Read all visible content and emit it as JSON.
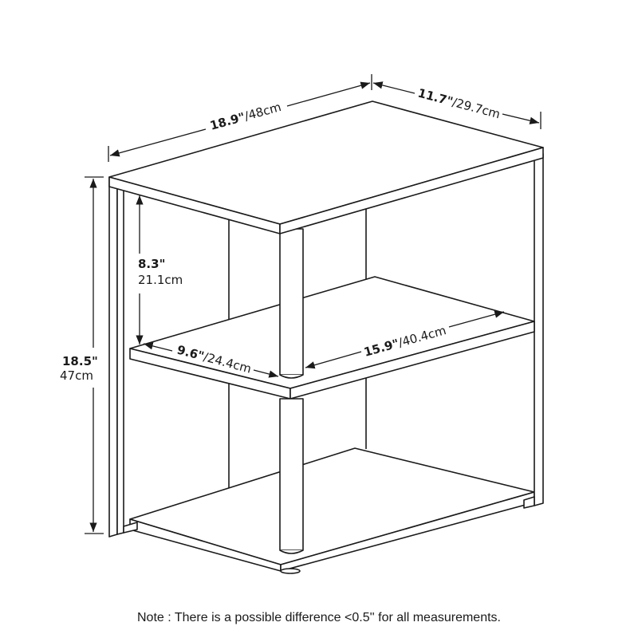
{
  "diagram": {
    "subject": "three-tier side table with dimension callouts",
    "line_color": "#1a1a1a",
    "background": "#ffffff",
    "dimensions": {
      "width": {
        "imperial": "18.9\"",
        "metric": "/48cm"
      },
      "depth": {
        "imperial": "11.7\"",
        "metric": "/29.7cm"
      },
      "height": {
        "imperial": "18.5\"",
        "metric": "47cm"
      },
      "clearance": {
        "imperial": "8.3\"",
        "metric": "21.1cm"
      },
      "shelf_depth": {
        "imperial": "9.6\"",
        "metric": "/24.4cm"
      },
      "shelf_width": {
        "imperial": "15.9\"",
        "metric": "/40.4cm"
      }
    },
    "note": "Note : There is a possible difference <0.5'' for all measurements."
  }
}
